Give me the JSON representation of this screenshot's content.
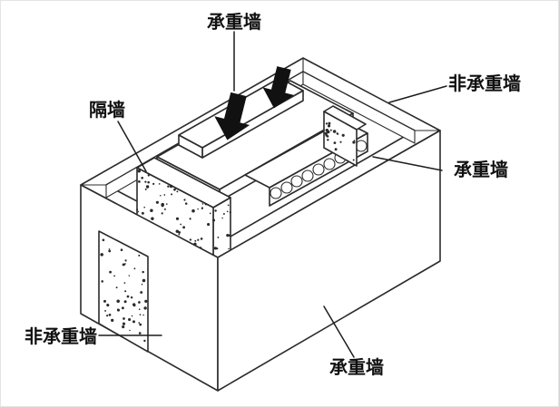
{
  "page": {
    "background": "#ffffff",
    "ink_color": "#2b2b2b",
    "arrow_color": "#111111"
  },
  "diagram": {
    "labels": {
      "top": "承重墙",
      "top_right": "非承重墙",
      "left": "隔墙",
      "right": "承重墙",
      "bottom_left": "非承重墙",
      "bottom_right": "承重墙"
    }
  }
}
